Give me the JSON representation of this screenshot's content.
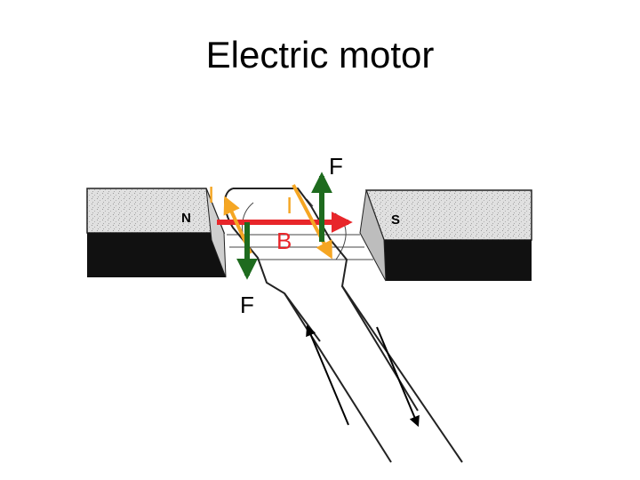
{
  "title": "Electric motor",
  "labels": {
    "force_top": "F",
    "force_bottom": "F",
    "current_left": "I",
    "current_right": "I",
    "field": "B",
    "pole_north": "N",
    "pole_south": "S"
  },
  "colors": {
    "current_arrow": "#f5a623",
    "force_arrow": "#1e6b1e",
    "field_arrow": "#e8262a",
    "current_label": "#f5a623",
    "force_label": "#000000",
    "field_label": "#e8262a",
    "magnet_face": "#dedede",
    "magnet_dark": "#111111"
  }
}
